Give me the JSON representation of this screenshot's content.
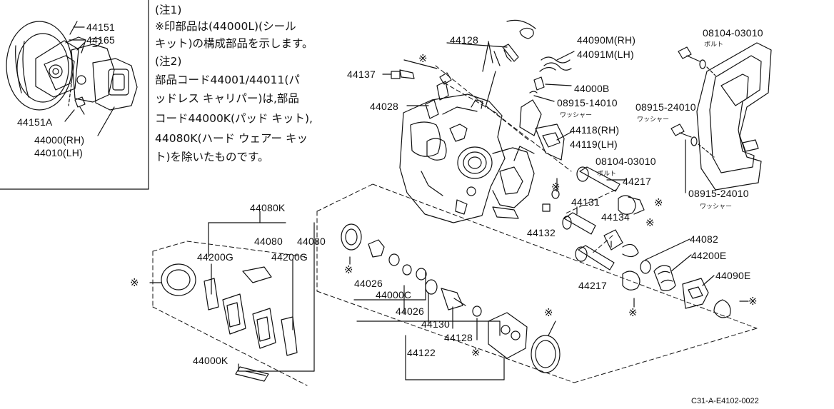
{
  "notes": {
    "n1_head": "(注1)",
    "n1_l1": "※印部品は(44000L)(シール",
    "n1_l2": "キット)の構成部品を示します。",
    "n2_head": "(注2)",
    "n2_l1": "部品コード44001/44011(パ",
    "n2_l2": "ッドレス キャリパー)は,部品",
    "n2_l3": "コード44000K(パッド キット),",
    "n2_l4": "44080K(ハード ウェアー キッ",
    "n2_l5": "ト)を除いたものです。"
  },
  "labels": {
    "p44151": "44151",
    "p44165": "44165",
    "p44151A": "44151A",
    "p44000rh": "44000(RH)",
    "p44010lh": "44010(LH)",
    "p44128a": "44128",
    "p44137": "44137",
    "p44028": "44028",
    "p44090m": "44090M(RH)",
    "p44091m": "44091M(LH)",
    "p44000b": "44000B",
    "p08915_14010": "08915-14010",
    "p08104a": "08104-03010",
    "p08915_24010a": "08915-24010",
    "p44118": "44118(RH)",
    "p44119": "44119(LH)",
    "p08104b": "08104-03010",
    "p44217a": "44217",
    "p08915_24010b": "08915-24010",
    "p44131": "44131",
    "p44134": "44134",
    "p44132": "44132",
    "p44082": "44082",
    "p44200e": "44200E",
    "p44217b": "44217",
    "p44090e": "44090E",
    "p44080k": "44080K",
    "p44080a": "44080",
    "p44080b": "44080",
    "p44200g_a": "44200G",
    "p44200g_b": "44200G",
    "p44026a": "44026",
    "p44000c": "44000C",
    "p44026b": "44026",
    "p44130": "44130",
    "p44128b": "44128",
    "p44122": "44122",
    "p44000k": "44000K"
  },
  "sublabels": {
    "bolt_a": "ボルト",
    "washer_a": "ワッシャー",
    "washer_b": "ワッシャー",
    "bolt_b": "ボルト",
    "washer_c": "ワッシャー"
  },
  "mark_symbol": "※",
  "diagram_code": "C31-A-E4102-0022"
}
